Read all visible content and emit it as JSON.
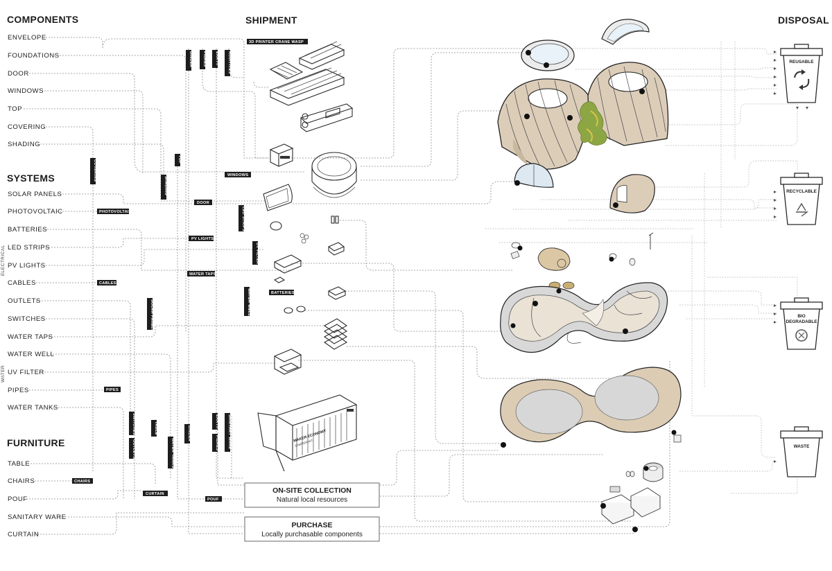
{
  "headers": {
    "components": "COMPONENTS",
    "shipment": "SHIPMENT",
    "disposal": "DISPOSAL",
    "systems": "SYSTEMS",
    "furniture": "FURNITURE"
  },
  "components": [
    "ENVELOPE",
    "FOUNDATIONS",
    "DOOR",
    "WINDOWS",
    "TOP",
    "COVERING",
    "SHADING"
  ],
  "systems": [
    "SOLAR PANELS",
    "PHOTOVOLTAIC",
    "BATTERIES",
    "LED STRIPS",
    "PV LIGHTS",
    "CABLES",
    "OUTLETS",
    "SWITCHES",
    "WATER TAPS",
    "WATER WELL",
    "UV FILTER",
    "PIPES",
    "WATER TANKS"
  ],
  "furniture": [
    "TABLE",
    "CHAIRS",
    "POUF",
    "SANITARY WARE",
    "CURTAIN"
  ],
  "groups": {
    "electrical": "ELECTRICAL",
    "water": "WATER"
  },
  "tags": {
    "printer": "3D PRINTER CRANE WASP",
    "binder_top": "BINDER",
    "fibres_top": "FIBRES",
    "earth_top": "EARTH",
    "additives": "ADDITIVES",
    "covering": "COVERING",
    "top": "TOP",
    "shading": "SHADING",
    "windows": "WINDOWS",
    "door": "DOOR",
    "photovoltaic": "PHOTOVOLTAIC",
    "led_strips": "LED STRIPS",
    "pv_lights": "PV LIGHTS",
    "uv_filter": "UV FILTER",
    "water_taps": "WATER TAPS",
    "cables": "CABLES",
    "batteries": "BATTERIES",
    "water_well": "WATER WELL",
    "solar_panels": "SOLAR PANELS",
    "pipes": "PIPES",
    "switches": "SWITCHES",
    "outlets": "OUTLETS",
    "table": "TABLE",
    "binder_bottom": "BINDER",
    "water_tanks": "WATER TANKS",
    "earth_bottom": "EARTH",
    "fibres_bottom": "FIBRES",
    "sanitary_ware": "SANITARY WARE",
    "chairs": "CHAIRS",
    "curtain": "CURTAIN",
    "pouf": "POUF"
  },
  "container": {
    "line1": "MAKER ECONOMY",
    "line2": "STARTER KIT"
  },
  "onsite": {
    "title": "ON-SITE COLLECTION",
    "subtitle": "Natural local resources"
  },
  "purchase": {
    "title": "PURCHASE",
    "subtitle": "Locally purchasable components"
  },
  "bins": {
    "reusable": "REUSABLE",
    "recyclable": "RECYCLABLE",
    "bio1": "BIO",
    "bio2": "DEGRADABLE",
    "waste": "WASTE"
  }
}
